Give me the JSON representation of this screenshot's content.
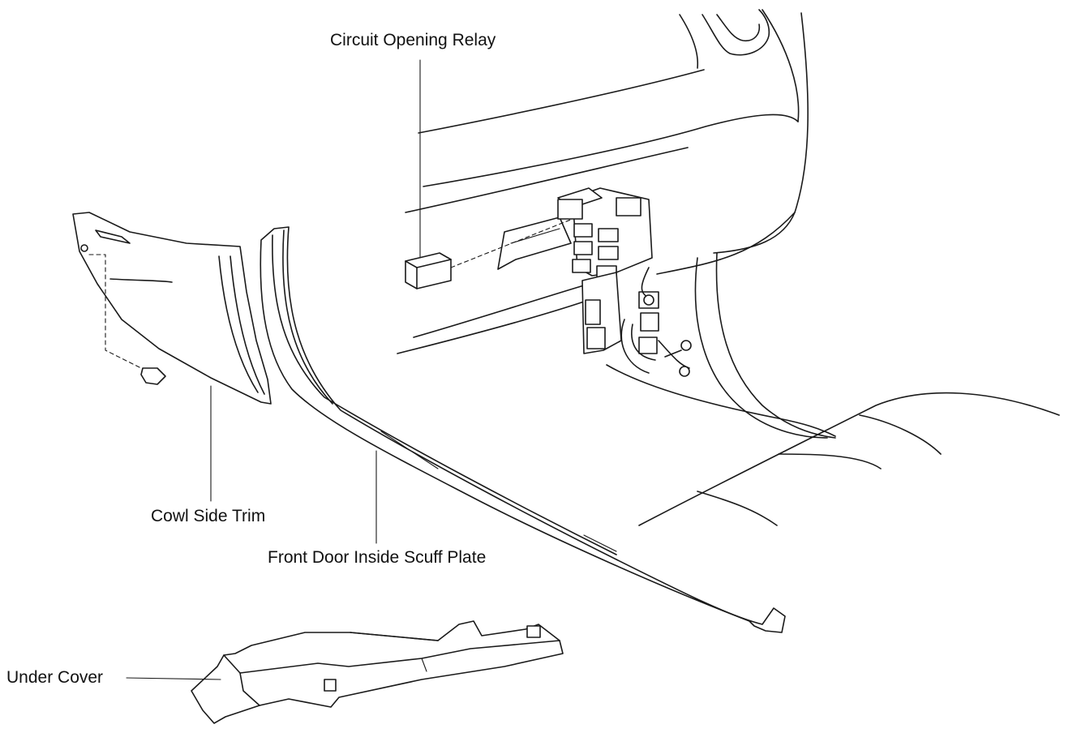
{
  "labels": {
    "circuit_opening_relay": "Circuit Opening Relay",
    "cowl_side_trim": "Cowl Side Trim",
    "front_door_inside_scuff_plate": "Front Door Inside Scuff Plate",
    "under_cover": "Under Cover"
  }
}
